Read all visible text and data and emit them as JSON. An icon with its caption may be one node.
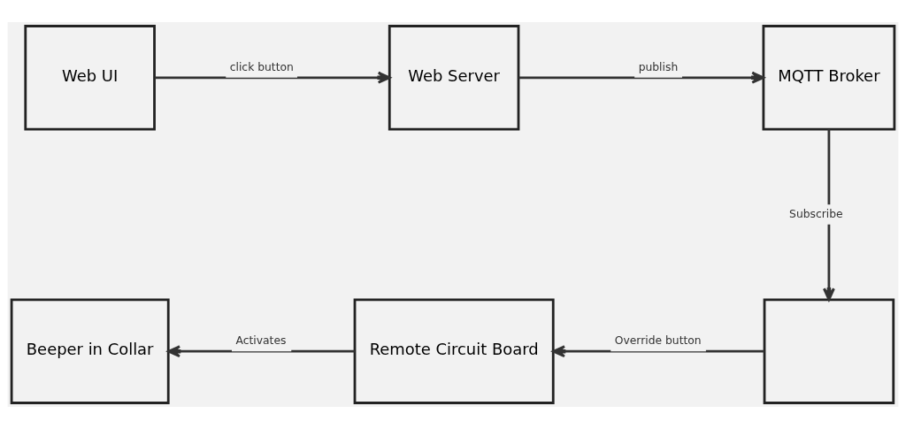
{
  "diagram": {
    "nodes": [
      {
        "text": [
          "Web UI"
        ]
      },
      {
        "text": [
          "Web Server"
        ]
      },
      {
        "text": [
          "MQTT Broker"
        ]
      },
      {
        "text": [],
        "shape": "box"
      },
      {
        "text": [
          "Remote Circuit Board"
        ]
      },
      {
        "text": [
          "Beeper in Collar"
        ]
      }
    ],
    "edges": [
      {
        "from": 0,
        "to": 1,
        "arrow": "to",
        "label": "click button"
      },
      {
        "from": 1,
        "to": 2,
        "arrow": "to",
        "label": "publish"
      },
      {
        "from": 2,
        "to": 3,
        "arrow": "to",
        "label": "Subscribe"
      },
      {
        "from": 3,
        "to": 4,
        "arrow": "to",
        "label": "Override button"
      },
      {
        "from": 4,
        "to": 5,
        "arrow": "to",
        "label": "Activates"
      }
    ]
  }
}
